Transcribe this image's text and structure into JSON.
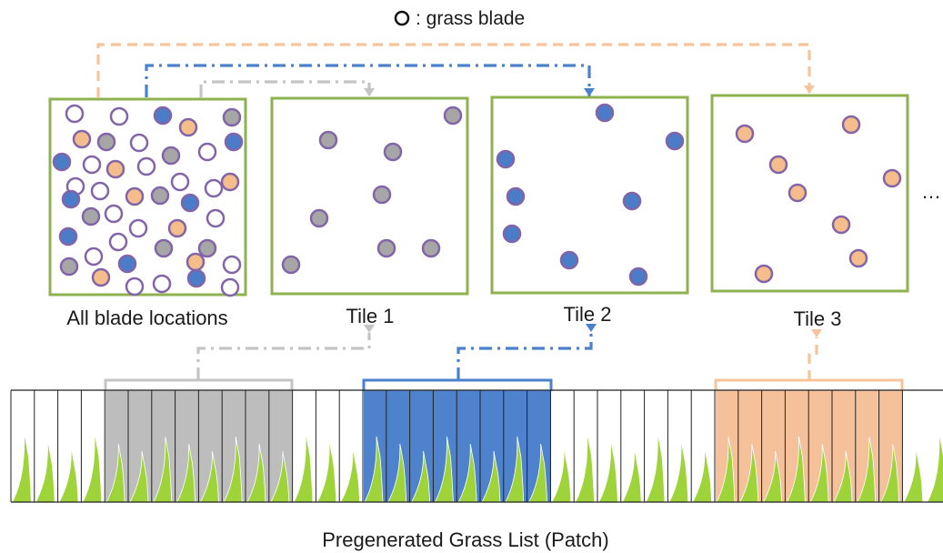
{
  "legend": {
    "symbol": "hollow-circle",
    "text": ": grass blade"
  },
  "panels": [
    {
      "id": "all",
      "label": "All blade locations"
    },
    {
      "id": "tile1",
      "label": "Tile 1"
    },
    {
      "id": "tile2",
      "label": "Tile 2"
    },
    {
      "id": "tile3",
      "label": "Tile 3"
    }
  ],
  "ellipsis": "…",
  "footer": {
    "caption": "Pregenerated Grass List (Patch)"
  },
  "colors": {
    "panel_border": "#8fb150",
    "dot_outline": "#8264a8",
    "gray": "#a6a6a6",
    "blue": "#4a7cc8",
    "orange": "#f5bc8c",
    "arrow_gray": "#c4c4c4",
    "arrow_blue": "#4a80cc",
    "arrow_orange": "#f6c49a",
    "grass_green": "#9ed43a",
    "segment_gray": "#bdbdbd",
    "segment_blue": "#4f82cc",
    "segment_orange": "#f5c19a"
  },
  "tile_colors": [
    "gray",
    "blue",
    "orange"
  ],
  "ribbon_segments": [
    "gray",
    "blue",
    "orange"
  ]
}
